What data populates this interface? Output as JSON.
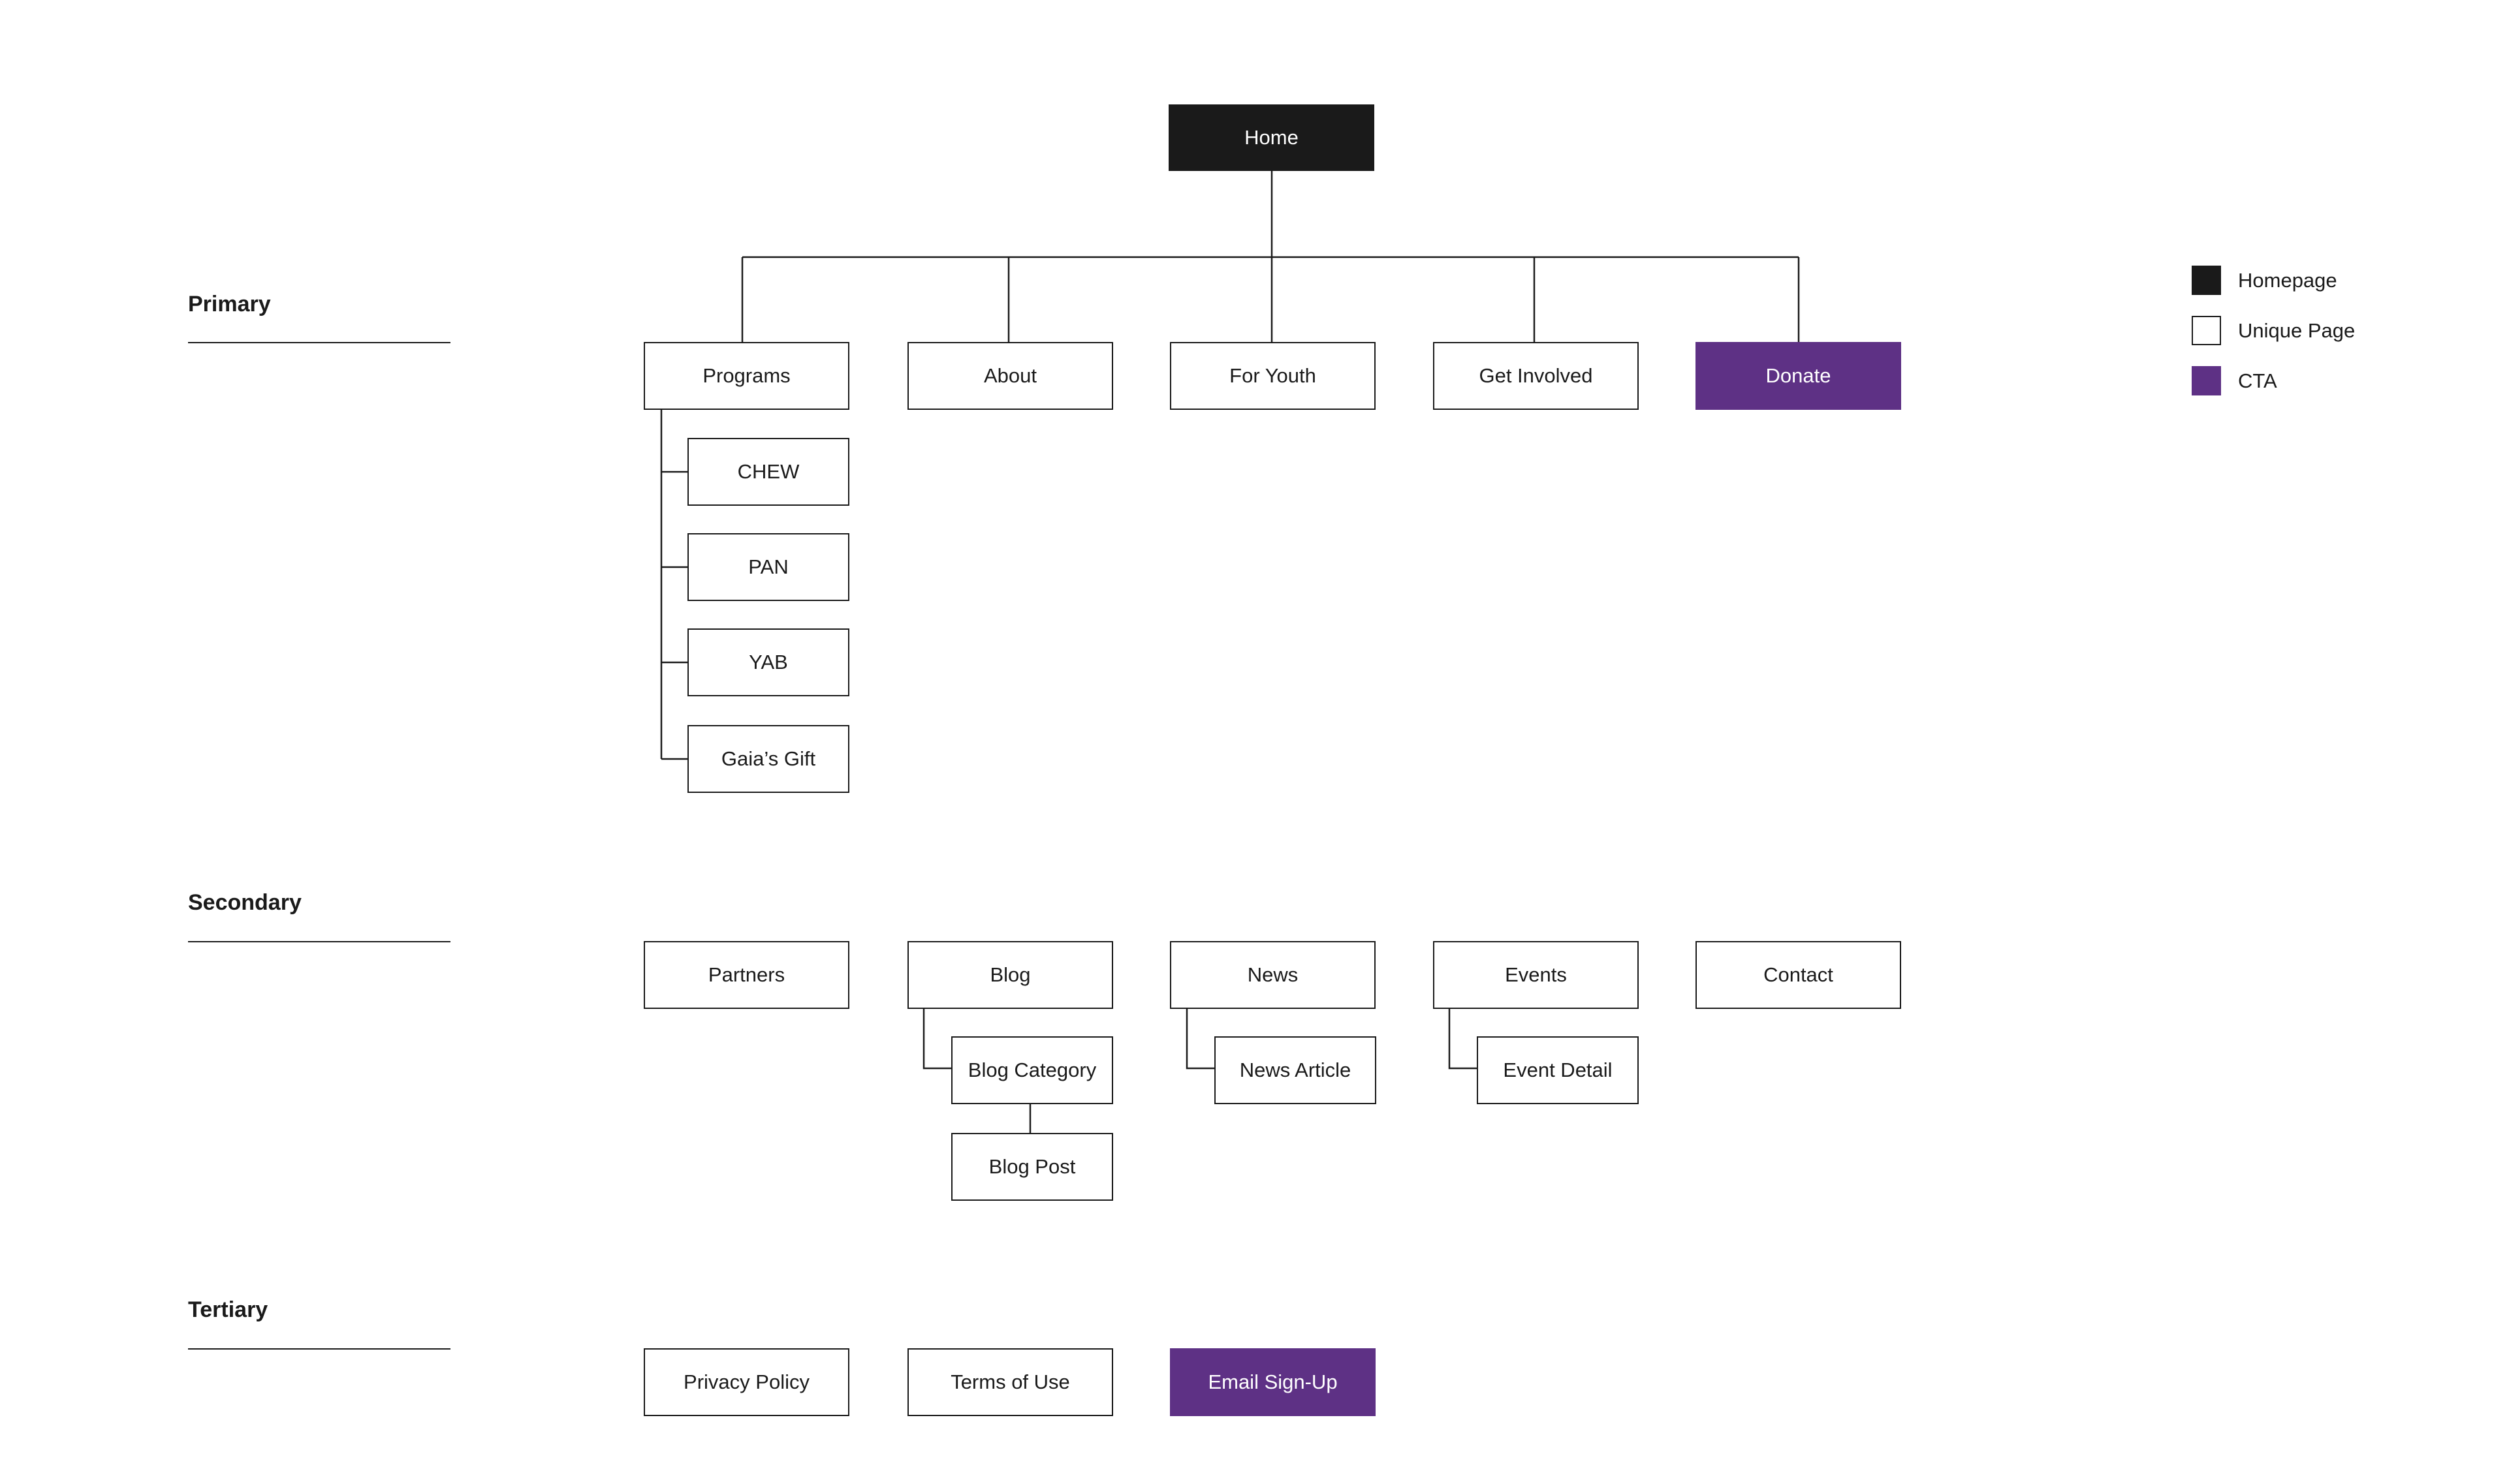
{
  "colors": {
    "homepage": "#1a1a1a",
    "unique_page": "#ffffff",
    "cta": "#5e3185",
    "line": "#1a1a1a"
  },
  "levels": {
    "primary": "Primary",
    "secondary": "Secondary",
    "tertiary": "Tertiary"
  },
  "nodes": {
    "home": "Home",
    "programs": "Programs",
    "about": "About",
    "for_youth": "For Youth",
    "get_involved": "Get Involved",
    "donate": "Donate",
    "chew": "CHEW",
    "pan": "PAN",
    "yab": "YAB",
    "gaias_gift": "Gaia’s Gift",
    "partners": "Partners",
    "blog": "Blog",
    "news": "News",
    "events": "Events",
    "contact": "Contact",
    "blog_category": "Blog Category",
    "blog_post": "Blog Post",
    "news_article": "News Article",
    "event_detail": "Event Detail",
    "privacy_policy": "Privacy Policy",
    "terms_of_use": "Terms of Use",
    "email_signup": "Email Sign-Up"
  },
  "legend": {
    "homepage": "Homepage",
    "unique_page": "Unique Page",
    "cta": "CTA"
  }
}
